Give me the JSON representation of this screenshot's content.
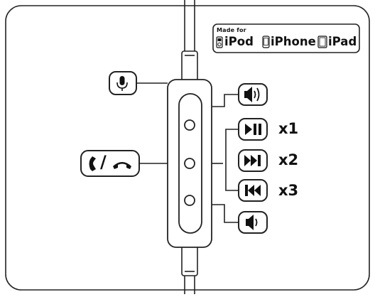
{
  "badge": {
    "made_for": "Made for",
    "products": [
      "iPod",
      "iPhone",
      "iPad"
    ]
  },
  "icons": {
    "left": [
      "microphone-icon",
      "phone-call-end-icon"
    ],
    "right": [
      "volume-up-icon",
      "play-pause-icon",
      "next-track-icon",
      "previous-track-icon",
      "volume-down-icon"
    ]
  },
  "clicks": {
    "single": "x1",
    "double": "x2",
    "triple": "x3"
  },
  "call_separator": "/"
}
